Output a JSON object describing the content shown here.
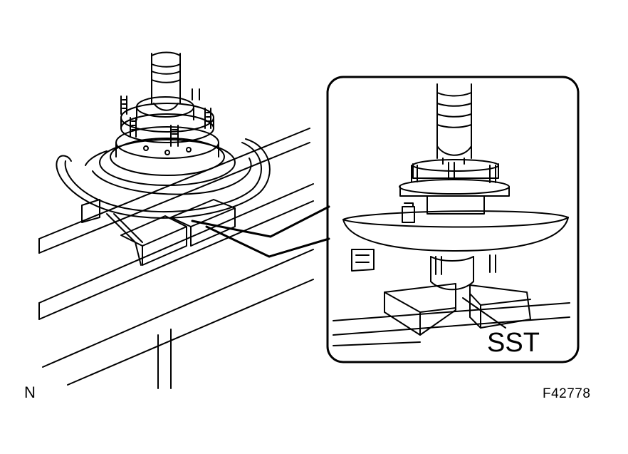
{
  "labels": {
    "callout": "SST",
    "corner_mark": "N",
    "figure_id": "F42778"
  }
}
